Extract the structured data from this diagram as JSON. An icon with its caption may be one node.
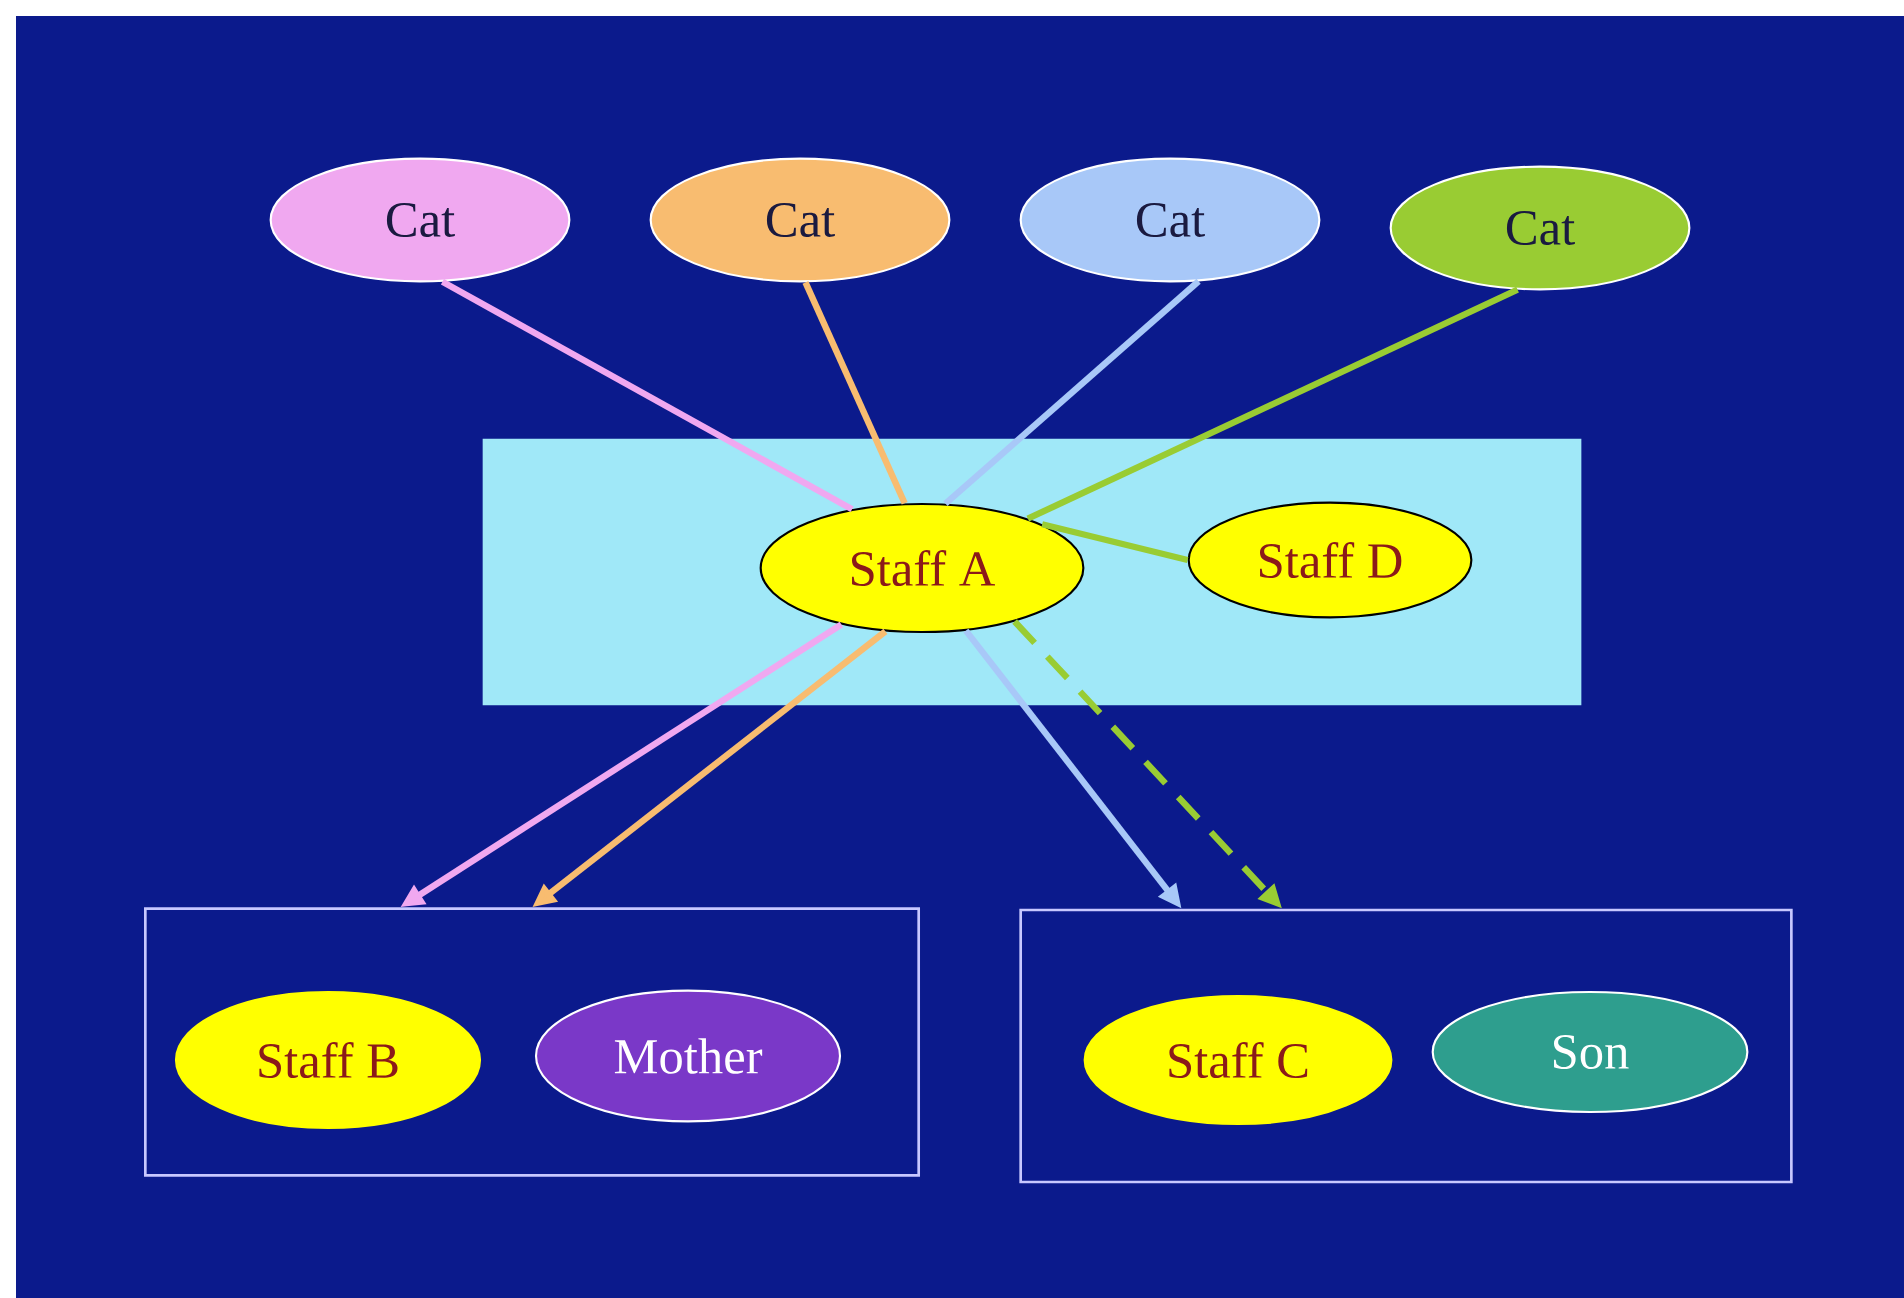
{
  "diagram": {
    "nodes": [
      {
        "text": [
          "Cat"
        ]
      },
      {
        "text": [
          "Cat"
        ]
      },
      {
        "text": [
          "Cat"
        ]
      },
      {
        "text": [
          "Cat"
        ]
      },
      {
        "text": [],
        "shape": "box"
      },
      {
        "text": [
          "Staff A"
        ],
        "in": 4
      },
      {
        "text": [
          "Staff D"
        ],
        "in": 4
      },
      {
        "text": [],
        "shape": "box"
      },
      {
        "text": [
          "Staff B"
        ],
        "in": 7
      },
      {
        "text": [
          "Mother"
        ],
        "in": 7
      },
      {
        "text": [],
        "shape": "box"
      },
      {
        "text": [
          "Staff C"
        ],
        "in": 10
      },
      {
        "text": [
          "Son"
        ],
        "in": 10
      }
    ],
    "edges": [
      {
        "from": 0,
        "to": 5,
        "arrow": "none",
        "color": "#f0a8f0"
      },
      {
        "from": 1,
        "to": 5,
        "arrow": "none",
        "color": "#f8bc70"
      },
      {
        "from": 2,
        "to": 5,
        "arrow": "none",
        "color": "#a8c8f8"
      },
      {
        "from": 3,
        "to": 5,
        "arrow": "none",
        "color": "#99cc33"
      },
      {
        "from": 5,
        "to": 6,
        "arrow": "none",
        "color": "#99cc33"
      },
      {
        "from": 5,
        "to": 7,
        "arrow": "to",
        "color": "#f0a8f0"
      },
      {
        "from": 5,
        "to": 7,
        "arrow": "to",
        "color": "#f8bc70"
      },
      {
        "from": 5,
        "to": 10,
        "arrow": "to",
        "color": "#a8c8f8"
      },
      {
        "from": 5,
        "to": 10,
        "arrow": "to",
        "style": "dashed",
        "color": "#99cc33"
      }
    ]
  }
}
